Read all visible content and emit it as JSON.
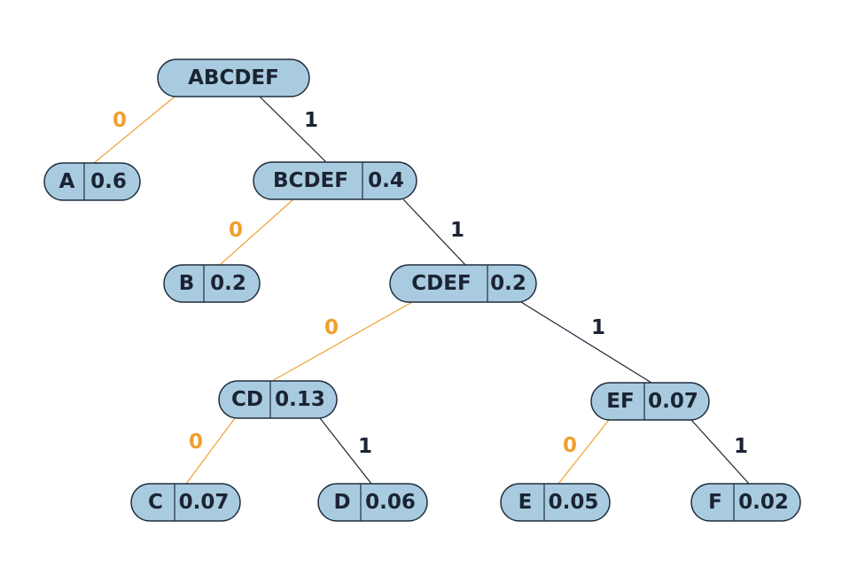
{
  "nodes": [
    {
      "id": "ABCDEF",
      "label": "ABCDEF",
      "prob": ""
    },
    {
      "id": "A",
      "label": "A",
      "prob": "0.6"
    },
    {
      "id": "BCDEF",
      "label": "BCDEF",
      "prob": "0.4"
    },
    {
      "id": "B",
      "label": "B",
      "prob": "0.2"
    },
    {
      "id": "CDEF",
      "label": "CDEF",
      "prob": "0.2"
    },
    {
      "id": "CD",
      "label": "CD",
      "prob": "0.13"
    },
    {
      "id": "EF",
      "label": "EF",
      "prob": "0.07"
    },
    {
      "id": "C",
      "label": "C",
      "prob": "0.07"
    },
    {
      "id": "D",
      "label": "D",
      "prob": "0.06"
    },
    {
      "id": "E",
      "label": "E",
      "prob": "0.05"
    },
    {
      "id": "F",
      "label": "F",
      "prob": "0.02"
    }
  ],
  "edges": [
    {
      "from": "ABCDEF",
      "to": "A",
      "bit": "0"
    },
    {
      "from": "ABCDEF",
      "to": "BCDEF",
      "bit": "1"
    },
    {
      "from": "BCDEF",
      "to": "B",
      "bit": "0"
    },
    {
      "from": "BCDEF",
      "to": "CDEF",
      "bit": "1"
    },
    {
      "from": "CDEF",
      "to": "CD",
      "bit": "0"
    },
    {
      "from": "CDEF",
      "to": "EF",
      "bit": "1"
    },
    {
      "from": "CD",
      "to": "C",
      "bit": "0"
    },
    {
      "from": "CD",
      "to": "D",
      "bit": "1"
    },
    {
      "from": "EF",
      "to": "E",
      "bit": "0"
    },
    {
      "from": "EF",
      "to": "F",
      "bit": "1"
    }
  ],
  "colors": {
    "node_fill": "#a9cbe0",
    "bit0": "#f0a030",
    "bit1": "#1b2433"
  }
}
